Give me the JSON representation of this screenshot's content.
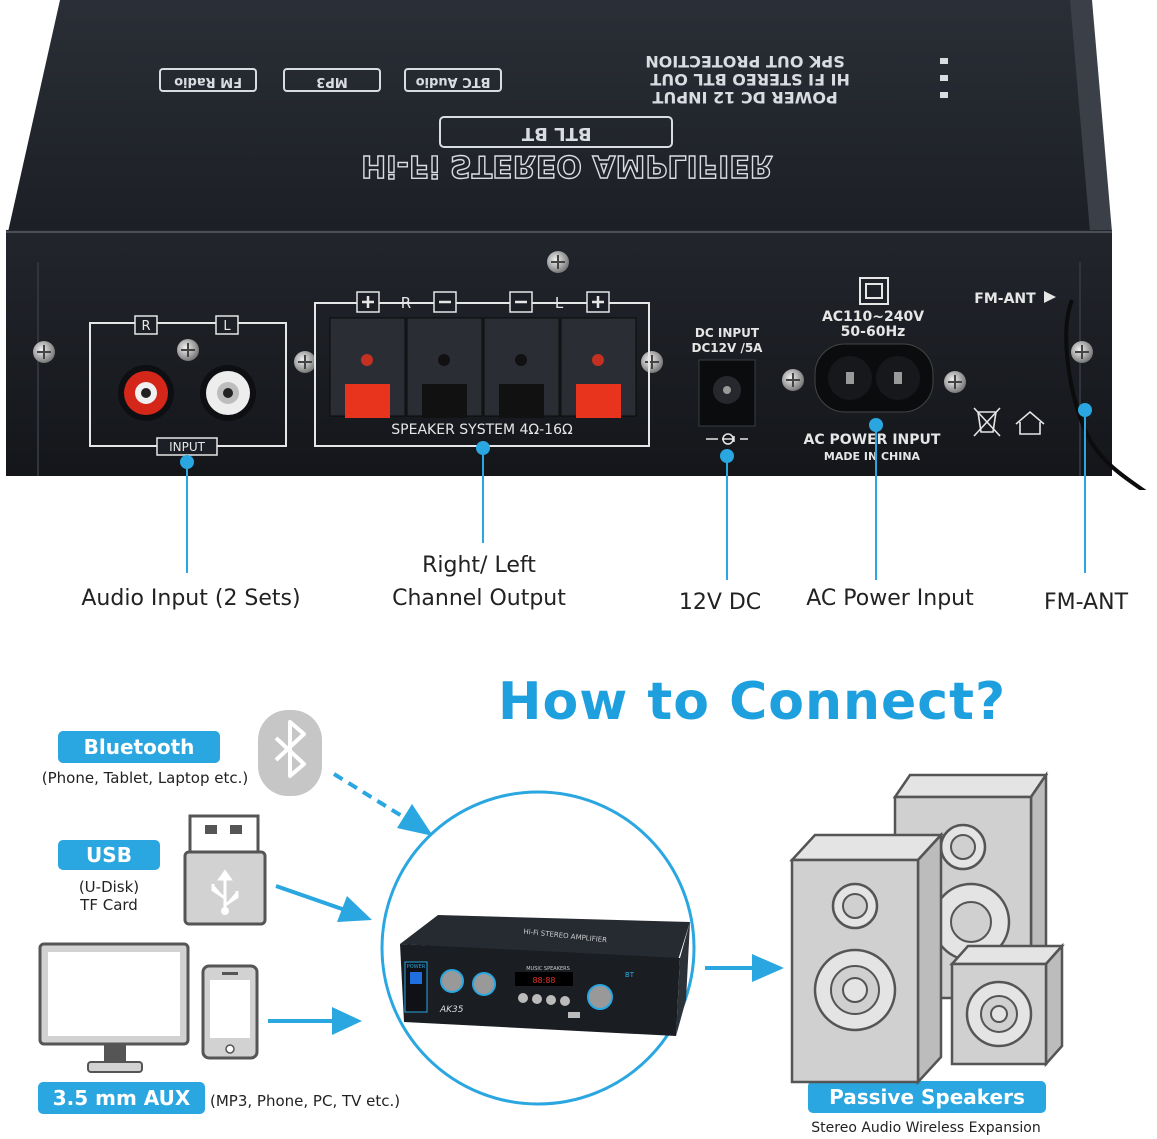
{
  "amplifier": {
    "top_title": "Hi-Fi STEREO AMPLIFIER",
    "top_badge": "BTL BT",
    "top_features": [
      "POWER DC 12 INPUT",
      "HI FI STEREO BTL OUT",
      "SPK OUT PROTECTION"
    ],
    "top_icons": [
      "FM Radio",
      "MP3",
      "BTC Audio"
    ],
    "input_r": "R",
    "input_l": "L",
    "input_label": "INPUT",
    "spk_r": "R",
    "spk_l": "L",
    "speaker_label": "SPEAKER SYSTEM 4Ω-16Ω",
    "dc_label_1": "DC INPUT",
    "dc_label_2": "DC12V /5A",
    "ac_label_1": "AC110~240V",
    "ac_label_2": "50-60Hz",
    "ac_power_label": "AC POWER INPUT",
    "made_in": "MADE IN CHINA",
    "fm_ant": "FM-ANT"
  },
  "callouts": {
    "audio_input": "Audio Input (2 Sets)",
    "channel_line1": "Right/ Left",
    "channel_line2": "Channel Output",
    "dc": "12V DC",
    "ac": "AC Power Input",
    "fm": "FM-ANT"
  },
  "connect": {
    "headline": "How to Connect?",
    "bluetooth_label": "Bluetooth",
    "bluetooth_sub": "(Phone, Tablet, Laptop etc.)",
    "usb_label": "USB",
    "usb_sub1": "(U-Disk)",
    "usb_sub2": "TF Card",
    "aux_label": "3.5 mm AUX",
    "aux_sub": "(MP3, Phone, PC, TV etc.)",
    "speakers_label": "Passive Speakers",
    "speakers_sub": "Stereo Audio Wireless Expansion",
    "mini_amp_title": "Hi-Fi STEREO AMPLIFIER",
    "mini_amp_model": "AK35",
    "mini_amp_music": "MUSIC SPEAKERS",
    "mini_amp_power": "POWER",
    "mini_amp_bt": "BT"
  },
  "colors": {
    "accent": "#1ea0df",
    "chassis": "#1b1e24",
    "speaker_gray": "#c9c9c9",
    "terminal_red": "#e8341c"
  }
}
